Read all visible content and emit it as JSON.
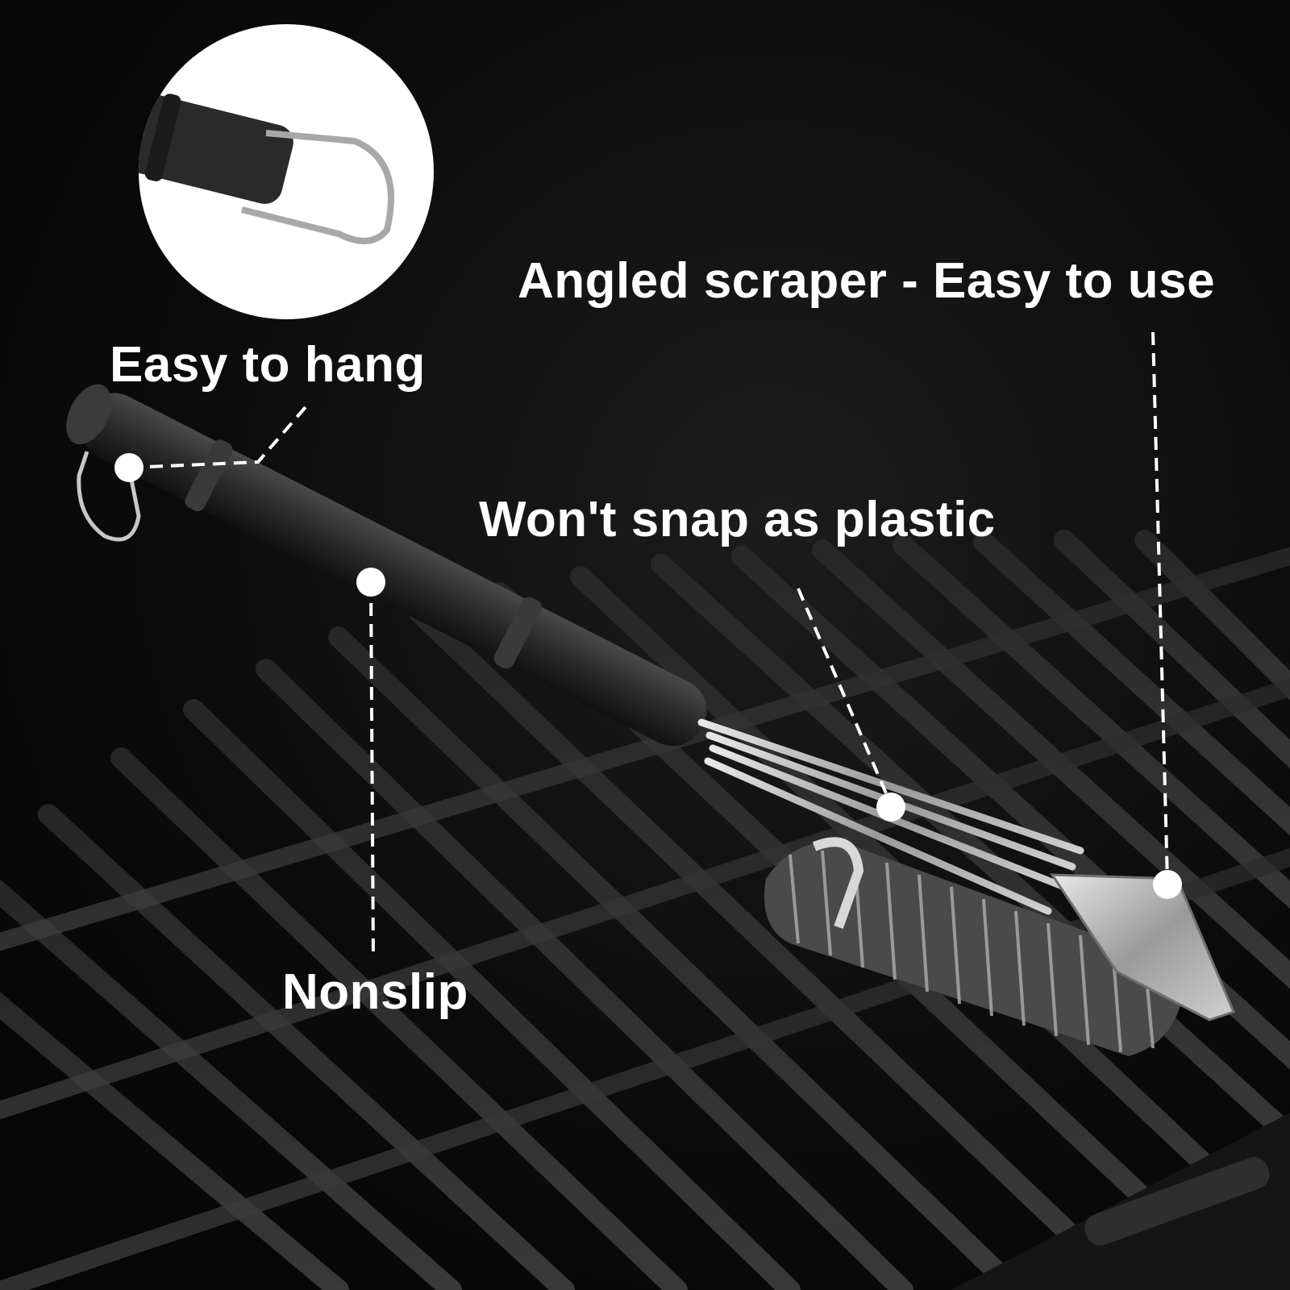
{
  "callouts": {
    "angled_scraper": "Angled scraper - Easy to use",
    "easy_to_hang": "Easy to hang",
    "wont_snap": "Won't snap as plastic",
    "nonslip": "Nonslip"
  },
  "colors": {
    "background": "#0b0b0b",
    "text": "#ffffff",
    "handle": "#2a2a2a",
    "steel": "#b8b8b8",
    "grate": "#3a3a3a"
  },
  "icons": {
    "inset": "hanging-hook-icon",
    "product": "grill-brush-icon"
  }
}
